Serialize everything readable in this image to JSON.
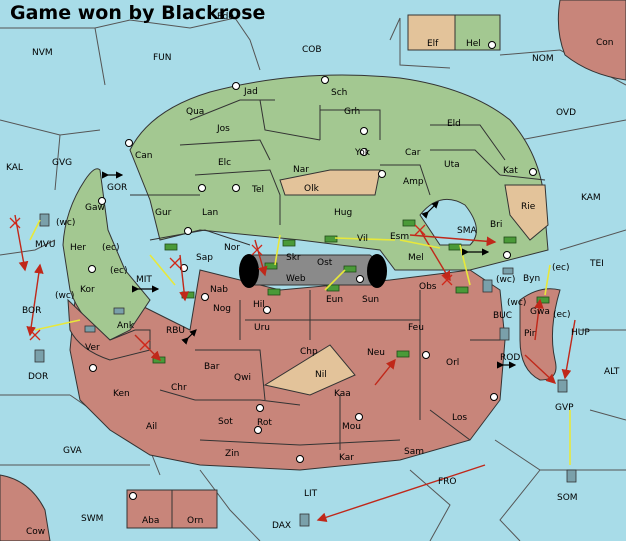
{
  "title": "Game won by Blackrose",
  "colors": {
    "sea": "#a8dce8",
    "green": "#a3c891",
    "red": "#c8857a",
    "neutral": "#e3c39a",
    "dark": "#8a8a8a",
    "move": "#c0281a",
    "support": "#e8e83a"
  },
  "territories": {
    "Elf": "Elf",
    "Hel": "Hel",
    "Con": "Con",
    "NVM": "NVM",
    "FUN": "FUN",
    "COB": "COB",
    "NOM": "NOM",
    "OVD": "OVD",
    "Jad": "Jad",
    "Sch": "Sch",
    "Qua": "Qua",
    "Jos": "Jos",
    "Grh": "Grh",
    "Eld": "Eld",
    "Can": "Can",
    "Yok": "Yok",
    "Car": "Car",
    "Uta": "Uta",
    "Elc": "Elc",
    "Nar": "Nar",
    "KAL": "KAL",
    "GVG": "GVG",
    "Tel": "Tel",
    "Olk": "Olk",
    "Amp": "Amp",
    "Kat": "Kat",
    "KAM": "KAM",
    "GOR": "GOR",
    "Gaw": "Gaw",
    "Gur": "Gur",
    "Lan": "Lan",
    "Hug": "Hug",
    "Rie": "Rie",
    "MVU": "MVU",
    "wc1": "(wc)",
    "Her": "Her",
    "ec1": "(ec)",
    "Nor": "Nor",
    "Skr": "Skr",
    "Vil": "Vil",
    "Esm": "Esm",
    "SMA": "SMA",
    "Bri": "Bri",
    "Sap": "Sap",
    "Web": "Web",
    "Ost": "Ost",
    "Mel": "Mel",
    "wc2": "(wc)",
    "Byn": "Byn",
    "ec2": "(ec)",
    "TEI": "TEI",
    "ec3": "(ec)",
    "MIT": "MIT",
    "Kor": "Kor",
    "Nab": "Nab",
    "Eun": "Eun",
    "Sun": "Sun",
    "Obs": "Obs",
    "wc3": "(wc)",
    "BOR": "BOR",
    "wc4": "(wc)",
    "Hil": "Hil",
    "Nog": "Nog",
    "BUC": "BUC",
    "Gwa": "Gwa",
    "ec4": "(ec)",
    "Ank": "Ank",
    "RBU": "RBU",
    "Uru": "Uru",
    "Feu": "Feu",
    "Pir": "Pir",
    "HUP": "HUP",
    "Ver": "Ver",
    "Chp": "Chp",
    "Neu": "Neu",
    "ROD": "ROD",
    "DOR": "DOR",
    "Bar": "Bar",
    "Qwi": "Qwi",
    "Nil": "Nil",
    "Orl": "Orl",
    "ALT": "ALT",
    "Ken": "Ken",
    "Chr": "Chr",
    "Kaa": "Kaa",
    "GVP": "GVP",
    "Rot": "Rot",
    "Sot": "Sot",
    "Ail": "Ail",
    "Mou": "Mou",
    "Los": "Los",
    "GVA": "GVA",
    "Zin": "Zin",
    "Kar": "Kar",
    "Sam": "Sam",
    "FRO": "FRO",
    "LIT": "LIT",
    "SOM": "SOM",
    "SWM": "SWM",
    "Aba": "Aba",
    "Orn": "Orn",
    "DAX": "DAX",
    "Cow": "Cow",
    "Edo": "Edo"
  }
}
